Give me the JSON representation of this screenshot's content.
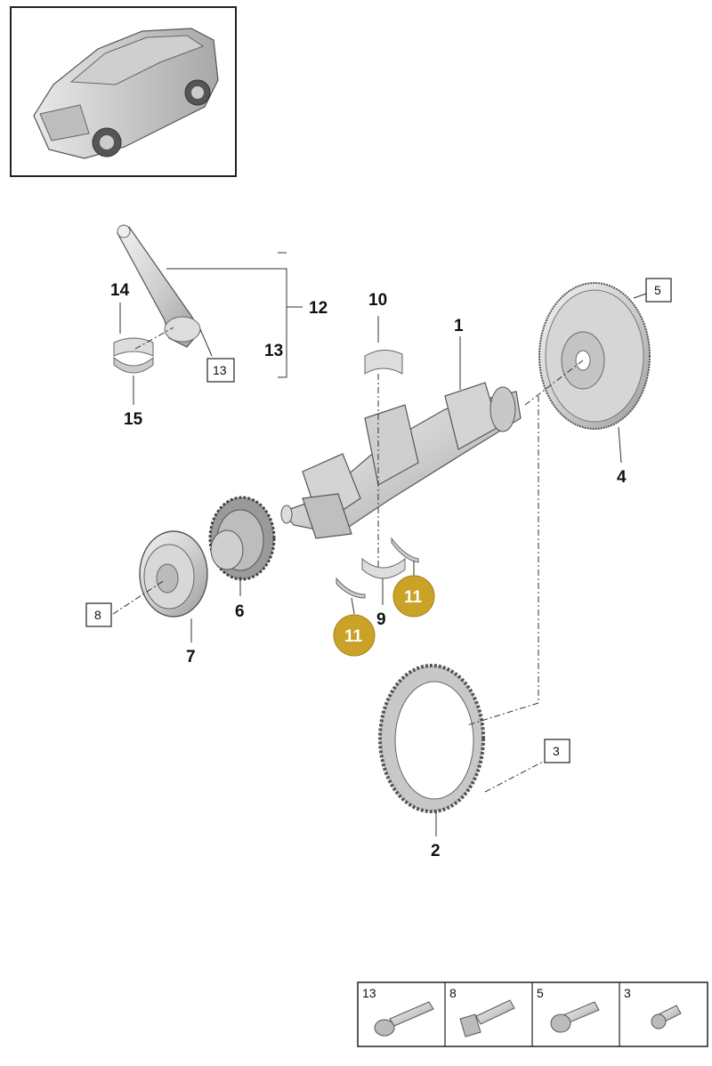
{
  "callouts": {
    "c1": "1",
    "c2": "2",
    "c4": "4",
    "c6": "6",
    "c7": "7",
    "c9": "9",
    "c10": "10",
    "c12": "12",
    "c13": "13",
    "c14": "14",
    "c15": "15"
  },
  "boxed_refs": {
    "b3": "3",
    "b5": "5",
    "b8": "8",
    "b13": "13"
  },
  "badges": {
    "a": "11",
    "b": "11"
  },
  "hardware_table": [
    {
      "ref": "13"
    },
    {
      "ref": "8"
    },
    {
      "ref": "5"
    },
    {
      "ref": "3"
    }
  ],
  "colors": {
    "badge": "#c9a227",
    "line": "#333333",
    "part_fill": "#d9d9d9"
  }
}
